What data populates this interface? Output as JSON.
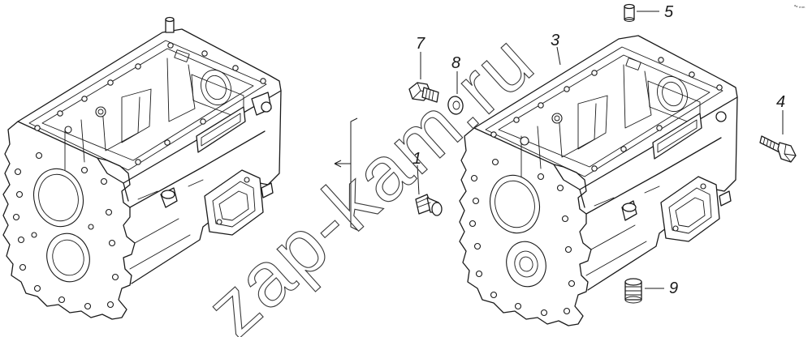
{
  "diagram": {
    "type": "exploded-parts-diagram",
    "subject": "gearbox housing assemblies",
    "callouts": [
      {
        "id": "1",
        "label": "1",
        "part": "plug-with-flange"
      },
      {
        "id": "3",
        "label": "3",
        "part": "gearbox-housing"
      },
      {
        "id": "4",
        "label": "4",
        "part": "bolt"
      },
      {
        "id": "5",
        "label": "5",
        "part": "dowel-pin"
      },
      {
        "id": "7",
        "label": "7",
        "part": "hex-bolt"
      },
      {
        "id": "8",
        "label": "8",
        "part": "washer"
      },
      {
        "id": "9",
        "label": "9",
        "part": "threaded-plug"
      }
    ],
    "watermark": "zap-kam.ru",
    "corner_mark": "ᵃ╸ₘₘ"
  }
}
